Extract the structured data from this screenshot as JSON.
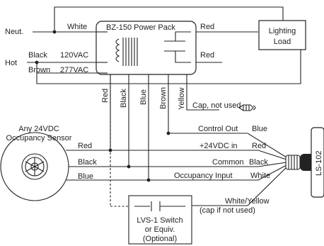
{
  "power_pack": {
    "title": "BZ-150 Power Pack",
    "v120": "120VAC",
    "v277": "277VAC",
    "lead_red_top": "Red",
    "lead_red_right": "Red",
    "bottom_leads": [
      "Red",
      "Black",
      "Blue",
      "Brown",
      "Yellow"
    ]
  },
  "mains": {
    "neutral": "Neut.",
    "hot": "Hot",
    "white": "White",
    "black": "Black",
    "brown": "Brown"
  },
  "load": {
    "line1": "Lighting",
    "line2": "Load"
  },
  "cap": {
    "label": "Cap, not used"
  },
  "sensor": {
    "line1": "Any 24VDC",
    "line2": "Occupancy Sensor",
    "wires": [
      "Red",
      "Black",
      "Blue"
    ]
  },
  "connections": [
    {
      "function": "Control Out",
      "color": "Blue"
    },
    {
      "function": "+24VDC in",
      "color": "Red"
    },
    {
      "function": "Common",
      "color": "Black"
    },
    {
      "function": "Occupancy Input",
      "color": "White"
    }
  ],
  "white_yellow": {
    "line1": "White/Yellow",
    "line2": "(cap if not used)"
  },
  "switch": {
    "line1": "LVS-1 Switch",
    "line2": "or Equiv.",
    "line3": "(Optional)"
  },
  "device": {
    "label": "LS-102"
  },
  "colors": {
    "line": "#222222",
    "background": "#ffffff",
    "device_body": "#222222"
  }
}
